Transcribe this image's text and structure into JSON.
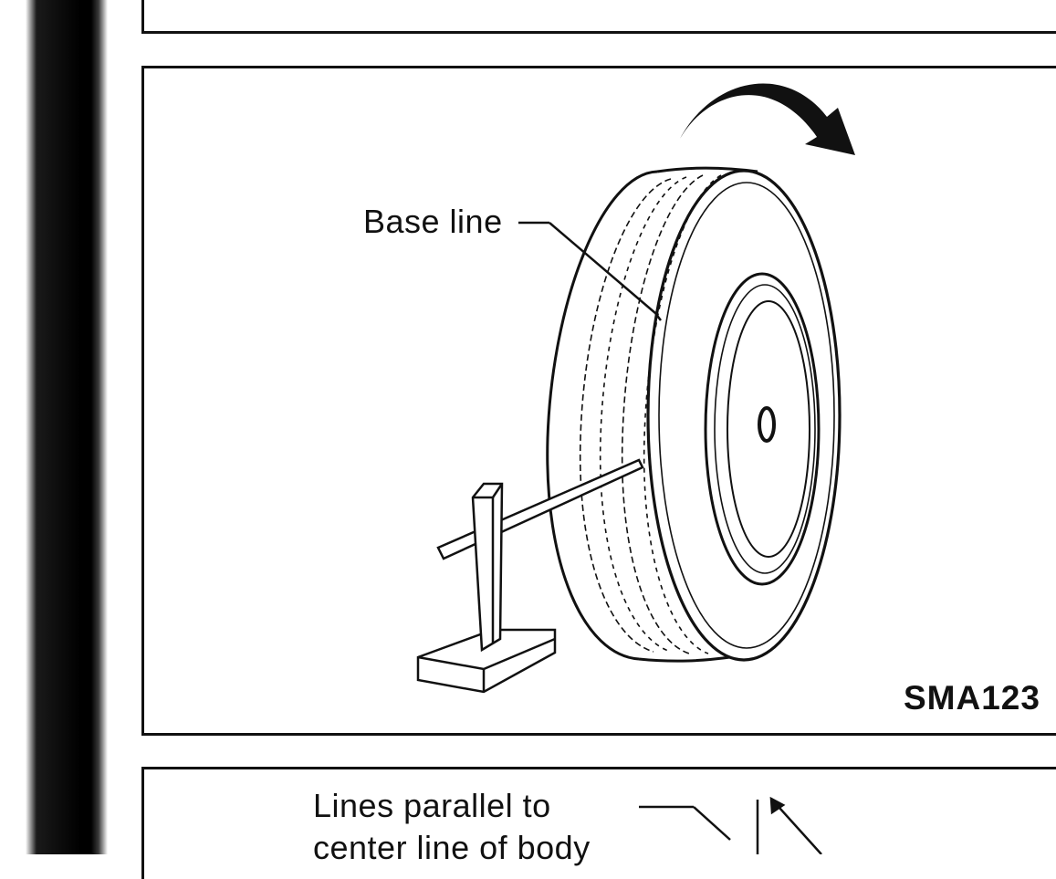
{
  "figure_main": {
    "callout": "Base line",
    "figure_code": "SMA123",
    "icons": [
      "rotation-arrow-icon",
      "tire-illustration",
      "base-line-stand-illustration"
    ]
  },
  "figure_bottom": {
    "callout_line1": "Lines parallel to",
    "callout_line2": "center line of body"
  },
  "colors": {
    "ink": "#111111",
    "paper": "#ffffff"
  }
}
